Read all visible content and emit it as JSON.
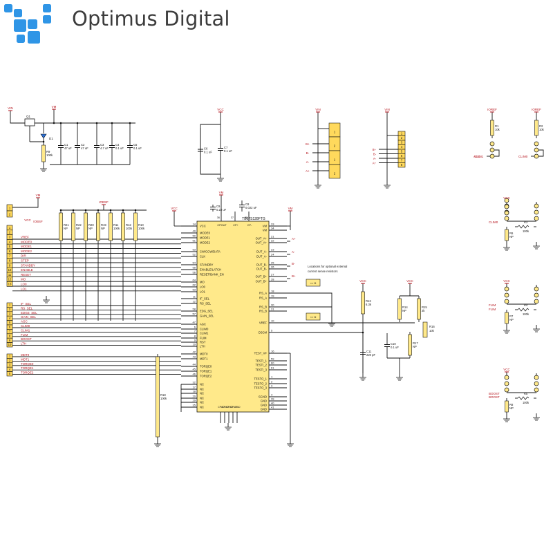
{
  "brand": {
    "name": "Optimus Digital",
    "accent": "#2f95e6"
  },
  "colors": {
    "net_label": "#b5121b",
    "wire": "#111111",
    "component_fill": "#ffe98a",
    "connector_fill": "#ffd95c"
  },
  "ic": {
    "part": "TB67S128FTG",
    "left_pins": [
      {
        "n": "14",
        "name": "VCC"
      },
      {
        "n": "49",
        "name": "MODE0"
      },
      {
        "n": "50",
        "name": "MODE1"
      },
      {
        "n": "51",
        "name": "MODE2"
      },
      {
        "n": "53",
        "name": "CW/CCW/DATA"
      },
      {
        "n": "52",
        "name": "CLK"
      },
      {
        "n": "54",
        "name": "STANDBY"
      },
      {
        "n": "55",
        "name": "ENABLE/LATCH"
      },
      {
        "n": "56",
        "name": "RESET/BANK_EN"
      },
      {
        "n": "64",
        "name": "MO"
      },
      {
        "n": "62",
        "name": "LO0"
      },
      {
        "n": "63",
        "name": "LO1"
      },
      {
        "n": "11",
        "name": "IF_SEL"
      },
      {
        "n": "12",
        "name": "RS_SEL"
      },
      {
        "n": "58",
        "name": "EDG_SEL"
      },
      {
        "n": "57",
        "name": "GAIN_SEL"
      },
      {
        "n": "47",
        "name": "AGC"
      },
      {
        "n": "6",
        "name": "CLIM0"
      },
      {
        "n": "7",
        "name": "CLIM1"
      },
      {
        "n": "8",
        "name": "FLIM"
      },
      {
        "n": "9",
        "name": "RST"
      },
      {
        "n": "19",
        "name": "LTH"
      },
      {
        "n": "42",
        "name": "MDT0"
      },
      {
        "n": "43",
        "name": "MDT1"
      },
      {
        "n": "44",
        "name": "TORQE0"
      },
      {
        "n": "45",
        "name": "TORQE1"
      },
      {
        "n": "46",
        "name": "TORQE2"
      },
      {
        "n": "32",
        "name": "NC"
      },
      {
        "n": "17",
        "name": "NC"
      },
      {
        "n": "18",
        "name": "NC"
      },
      {
        "n": "20",
        "name": "NC"
      },
      {
        "n": "29",
        "name": "NC"
      },
      {
        "n": "35",
        "name": "NC"
      },
      {
        "n": "44",
        "name": "NC"
      }
    ],
    "right_pins": [
      {
        "n": "33",
        "name": "VM"
      },
      {
        "n": "34",
        "name": "VM"
      },
      {
        "n": "21",
        "name": "OUT_A+"
      },
      {
        "n": "22",
        "name": "OUT_A+"
      },
      {
        "n": "23",
        "name": "OUT_A-"
      },
      {
        "n": "24",
        "name": "OUT_A-"
      },
      {
        "n": "25",
        "name": "OUT_B-"
      },
      {
        "n": "26",
        "name": "OUT_B-"
      },
      {
        "n": "27",
        "name": "OUT_B+"
      },
      {
        "n": "28",
        "name": "OUT_B+"
      },
      {
        "n": "18",
        "name": "RS_A"
      },
      {
        "n": "19",
        "name": "RS_A"
      },
      {
        "n": "30",
        "name": "RS_B"
      },
      {
        "n": "31",
        "name": "RS_B"
      },
      {
        "n": "10",
        "name": "VREF"
      },
      {
        "n": "5",
        "name": "OSCM"
      },
      {
        "n": "16",
        "name": "TEST_VF"
      },
      {
        "n": "59",
        "name": "TESTI_1"
      },
      {
        "n": "60",
        "name": "TESTI_2"
      },
      {
        "n": "61",
        "name": "TESTI_3"
      },
      {
        "n": "1",
        "name": "TESTO_1"
      },
      {
        "n": "2",
        "name": "TESTO_2"
      },
      {
        "n": "3",
        "name": "TESTO_3"
      },
      {
        "n": "4",
        "name": "SGND"
      },
      {
        "n": "39",
        "name": "GND"
      },
      {
        "n": "40",
        "name": "GND"
      },
      {
        "n": "41",
        "name": "GND"
      }
    ],
    "top_pins": [
      {
        "n": "36",
        "name": "CPOUT"
      },
      {
        "n": "37",
        "name": "CP+"
      },
      {
        "n": "38",
        "name": "CP-"
      }
    ],
    "bottom_pins": [
      "CPAD",
      "CPAD",
      "CPAD",
      "CPAD",
      "PAD"
    ]
  },
  "connectors": {
    "j_power": {
      "pins": [
        "1",
        "2"
      ]
    },
    "j_ctrl": {
      "pins": [
        "1",
        "2",
        "3",
        "4",
        "5",
        "6",
        "7",
        "8",
        "9",
        "10",
        "11",
        "12",
        "13"
      ],
      "nets": [
        "VREF",
        "MODE0",
        "MODE1",
        "MODE2",
        "DIR",
        "STEP",
        "STANDBY",
        "ENABLE",
        "RESET",
        "MO",
        "LO0",
        "LO1"
      ]
    },
    "j_cfg": {
      "pins": [
        "1",
        "2",
        "3",
        "4",
        "5",
        "6",
        "7",
        "8",
        "9",
        "10"
      ],
      "nets": [
        "IF_SEL",
        "RS_SEL",
        "EDGE_SEL",
        "GAIN_SEL",
        "AGC",
        "CLIM0",
        "CLIM1",
        "FLIM",
        "BOOST",
        "LTH"
      ]
    },
    "j_torque": {
      "pins": [
        "1",
        "2",
        "3",
        "4",
        "5"
      ],
      "nets": [
        "MDT0",
        "MDT1",
        "TORQE0",
        "TORQE1",
        "TORQE2"
      ]
    },
    "j_out4": {
      "pins": [
        "1",
        "2",
        "1",
        "2"
      ],
      "nets": [
        "B+",
        "B-",
        "A-",
        "A+"
      ]
    },
    "j_out8": {
      "pins": [
        "1",
        "2",
        "3",
        "4",
        "5",
        "6",
        "7",
        "8"
      ],
      "nets": [
        "B+",
        "B-",
        "A-",
        "A+"
      ]
    }
  },
  "power": {
    "vin": "VIN",
    "vm": "VM",
    "vcc": "VCC",
    "iobsf": "IOBSF",
    "ioref": "IOREF"
  },
  "components": {
    "q1": "Q1",
    "d1": "D1",
    "r9": [
      "R9",
      "100k"
    ],
    "c1": [
      "C1",
      "47 uF"
    ],
    "c2": [
      "C2",
      "47 uF"
    ],
    "c3": [
      "C3",
      "4.7 uF"
    ],
    "c4": [
      "C4",
      "0.1 uF"
    ],
    "c5": [
      "C5",
      "0.1 uF"
    ],
    "c6": [
      "C6",
      "0.1 uF"
    ],
    "c7": [
      "C7",
      "0.1 uF"
    ],
    "c8": [
      "C8",
      "0.022 uF"
    ],
    "c9": [
      "C9",
      "0.22 uF"
    ],
    "c10": [
      "C10",
      "0.1 uF"
    ],
    "c11": [
      "C11",
      "220 pF"
    ],
    "r13": [
      "R13",
      "6.3k"
    ],
    "r14": [
      "R14",
      "NP"
    ],
    "r15": [
      "R15",
      "2k"
    ],
    "r16": [
      "R16",
      "10k"
    ],
    "r17": [
      "R17",
      "NP"
    ],
    "r18": [
      "R18",
      "100k"
    ],
    "pull_res": [
      [
        "R21",
        "NP"
      ],
      [
        "R22",
        "NP"
      ],
      [
        "R20",
        "NP"
      ],
      [
        "R19",
        "NP"
      ],
      [
        "R11",
        "100k"
      ],
      [
        "R12",
        "100k"
      ],
      [
        "R10",
        "100k"
      ]
    ],
    "r1": [
      "R1",
      "10k"
    ],
    "r2": [
      "R2",
      "10k"
    ],
    "r3": [
      "R3",
      "100k"
    ],
    "r4": [
      "R4",
      "100k"
    ],
    "r5": [
      "R5",
      "100k"
    ],
    "r6": [
      "R6",
      "NP"
    ],
    "r7": [
      "R7",
      "NP"
    ],
    "r8": [
      "R8",
      "NP"
    ],
    "trimmer": "10k"
  },
  "jumper_nets": [
    "AGC",
    "CLIM0",
    "CLIM1",
    "FLIM",
    "BOOST"
  ],
  "notes": {
    "sense": "Locations for optional external current sense resistors",
    "pads": "<< Ω"
  }
}
